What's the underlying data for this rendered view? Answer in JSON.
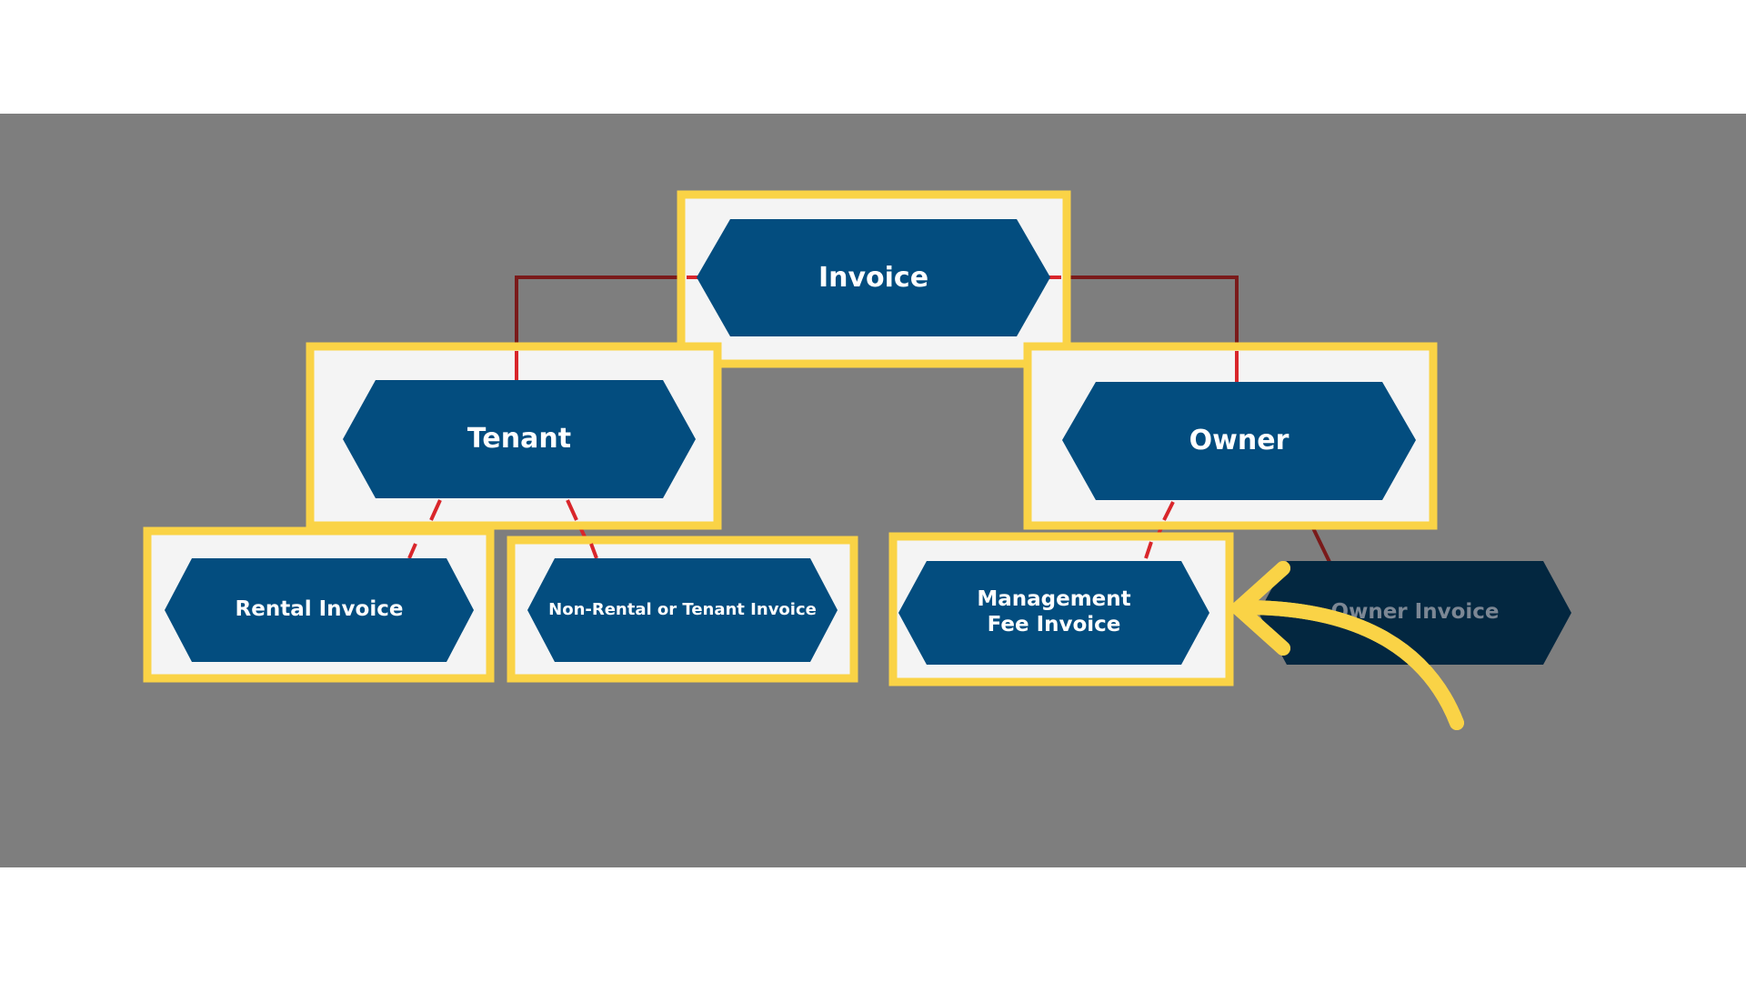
{
  "colors": {
    "background": "#ffffff",
    "band": "#7e7e7e",
    "node_fill": "#034d7f",
    "node_fill_dimmed": "#032740",
    "highlight_frame": "#fad346",
    "highlight_panel": "#f4f4f4",
    "connector_dark": "#7a1a1a",
    "connector_red": "#d9262b",
    "arrow": "#fad346"
  },
  "nodes": {
    "invoice": "Invoice",
    "tenant": "Tenant",
    "owner": "Owner",
    "rental_invoice": "Rental Invoice",
    "non_rental_invoice": "Non-Rental or Tenant Invoice",
    "management_fee_invoice": "Management\nFee Invoice",
    "owner_invoice": "Owner Invoice"
  },
  "highlighted_nodes": [
    "invoice",
    "tenant",
    "owner",
    "rental_invoice",
    "non_rental_invoice",
    "management_fee_invoice"
  ],
  "dimmed_nodes": [
    "owner_invoice"
  ],
  "icons": {
    "pointer": "curved-arrow-icon"
  }
}
